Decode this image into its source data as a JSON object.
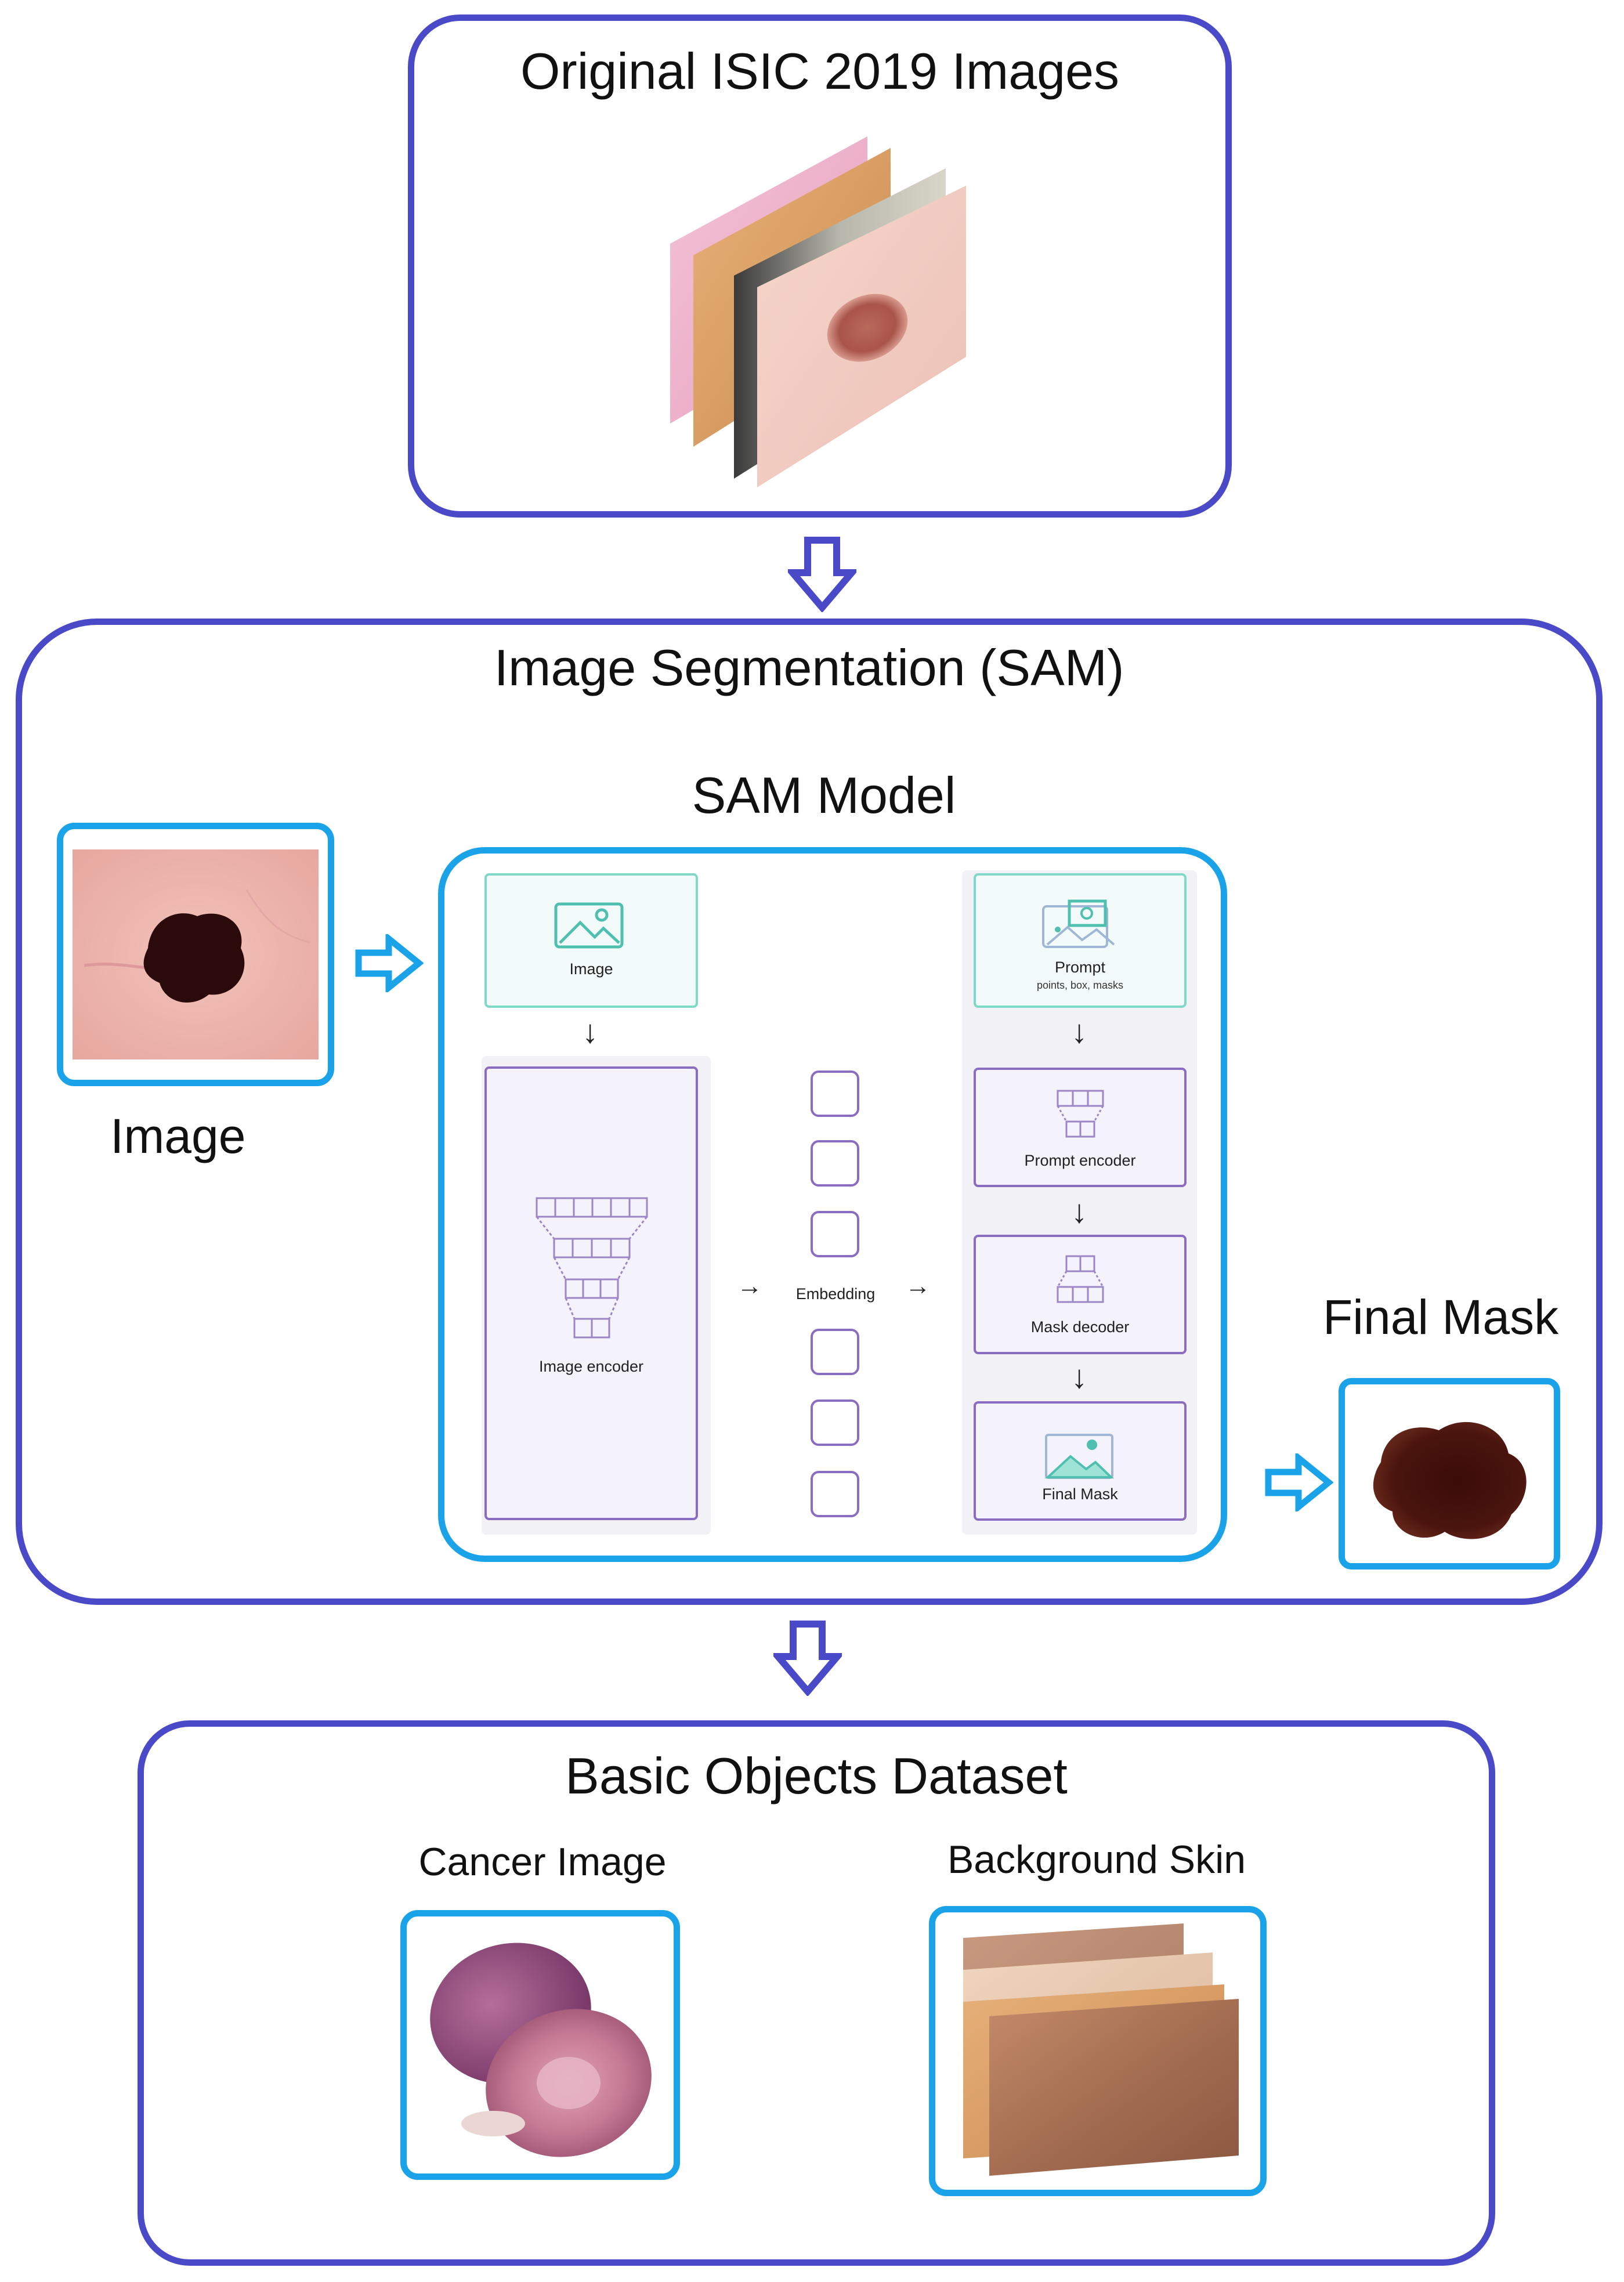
{
  "sections": {
    "original": {
      "title": "Original ISIC 2019 Images"
    },
    "segmentation": {
      "title": "Image Segmentation (SAM)",
      "model_title": "SAM Model",
      "input_label": "Image",
      "output_label": "Final Mask"
    },
    "dataset": {
      "title": "Basic Objects Dataset",
      "cancer_label": "Cancer Image",
      "skin_label": "Background Skin"
    }
  },
  "sam_diagram": {
    "image_box": "Image",
    "image_encoder": "Image encoder",
    "embedding": "Embedding",
    "prompt_title": "Prompt",
    "prompt_sub": "points, box, masks",
    "prompt_encoder": "Prompt encoder",
    "mask_decoder": "Mask decoder",
    "final_mask": "Final Mask"
  },
  "colors": {
    "frame_dark": "#4a4ac9",
    "frame_light": "#1aa3e8",
    "teal": "#7fd8c8",
    "purple": "#8a6cc0"
  },
  "icons": [
    "down-arrow-icon",
    "right-arrow-icon",
    "image-icon",
    "prompt-icon"
  ]
}
